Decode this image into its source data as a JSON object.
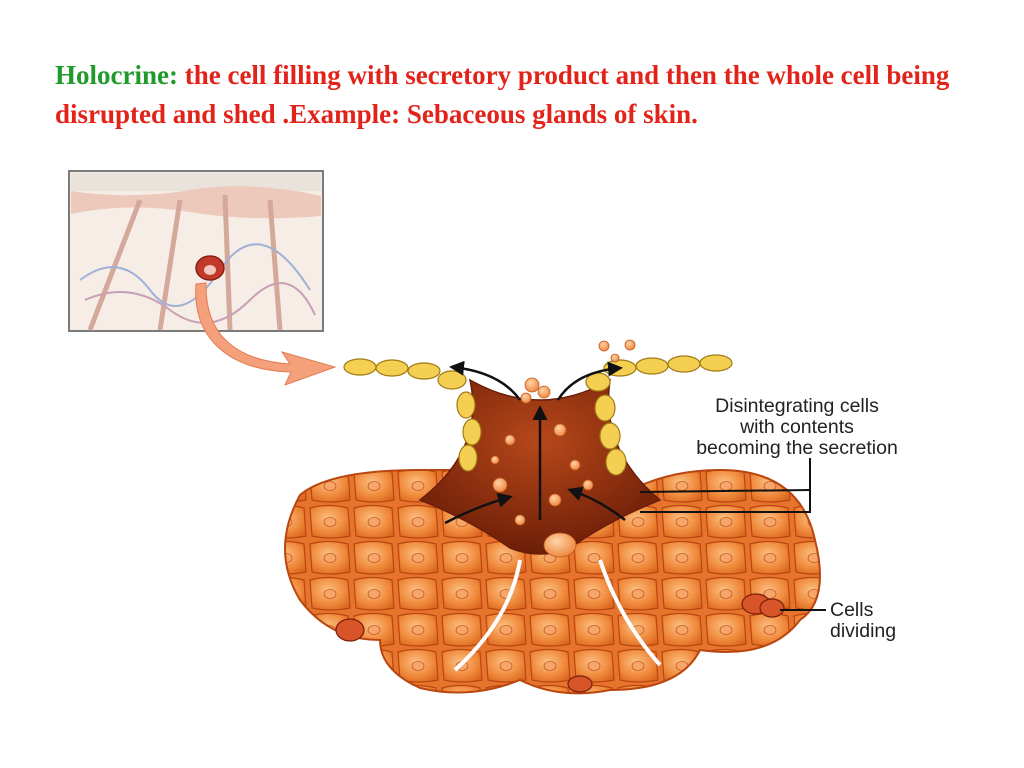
{
  "heading": {
    "term": "Holocrine:",
    "description": " the cell filling with secretory product and then the whole cell being disrupted and shed .Example: Sebaceous glands of skin."
  },
  "figure": {
    "labels": {
      "disintegrating": [
        "Disintegrating cells",
        "with contents",
        "becoming the secretion"
      ],
      "dividing": [
        "Cells",
        "dividing"
      ]
    },
    "colors": {
      "term": "#1f9a2b",
      "description": "#e2231a",
      "gland_cell": "#f08a3c",
      "gland_outline": "#c0470f",
      "lumen": "#8f2a0c",
      "epithelium": "#f4cf52",
      "arrow": "#f4a07a"
    }
  }
}
